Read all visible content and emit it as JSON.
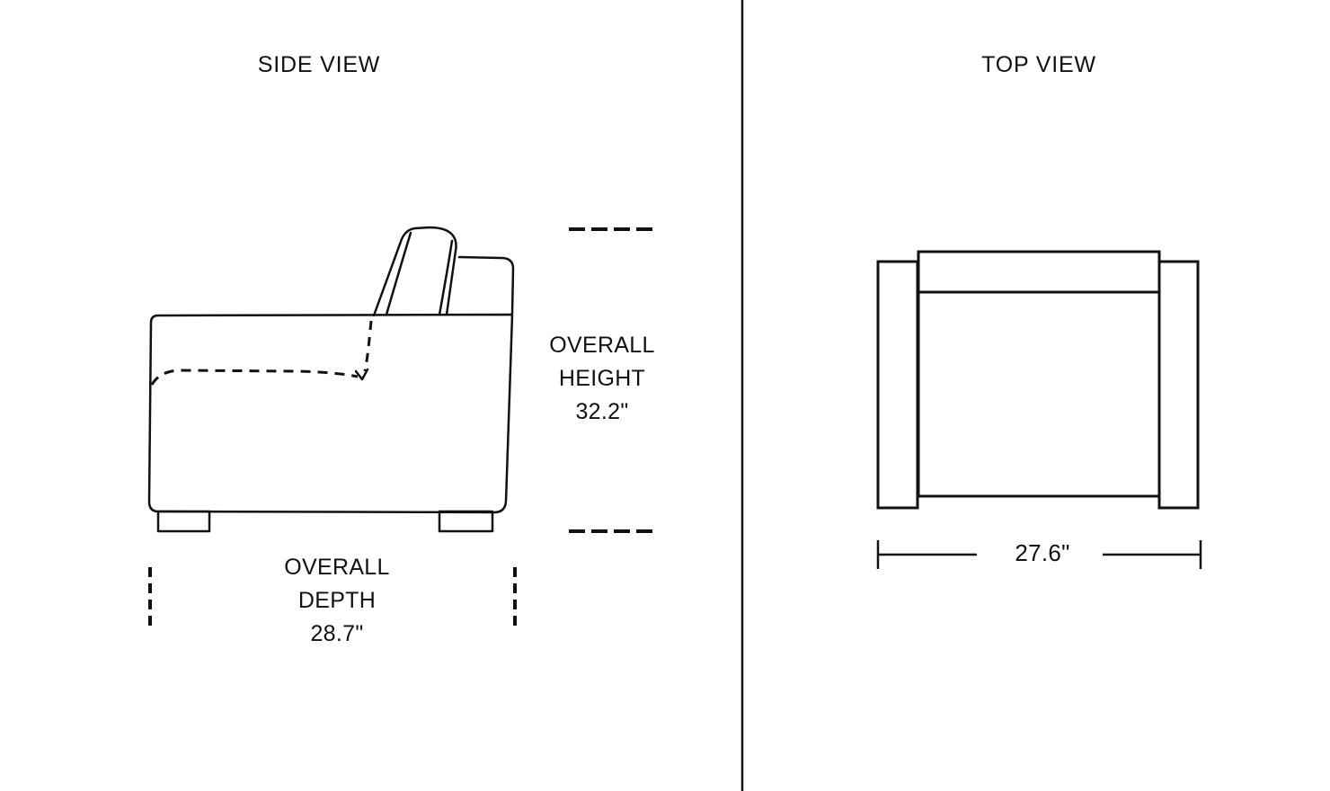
{
  "colors": {
    "background": "#ffffff",
    "ink": "#111111"
  },
  "side_view": {
    "title": "SIDE VIEW",
    "height_dimension": {
      "label_line1": "OVERALL",
      "label_line2": "HEIGHT",
      "value": "32.2\""
    },
    "depth_dimension": {
      "label_line1": "OVERALL",
      "label_line2": "DEPTH",
      "value": "28.7\""
    }
  },
  "top_view": {
    "title": "TOP VIEW",
    "width_dimension": {
      "value": "27.6\""
    }
  }
}
